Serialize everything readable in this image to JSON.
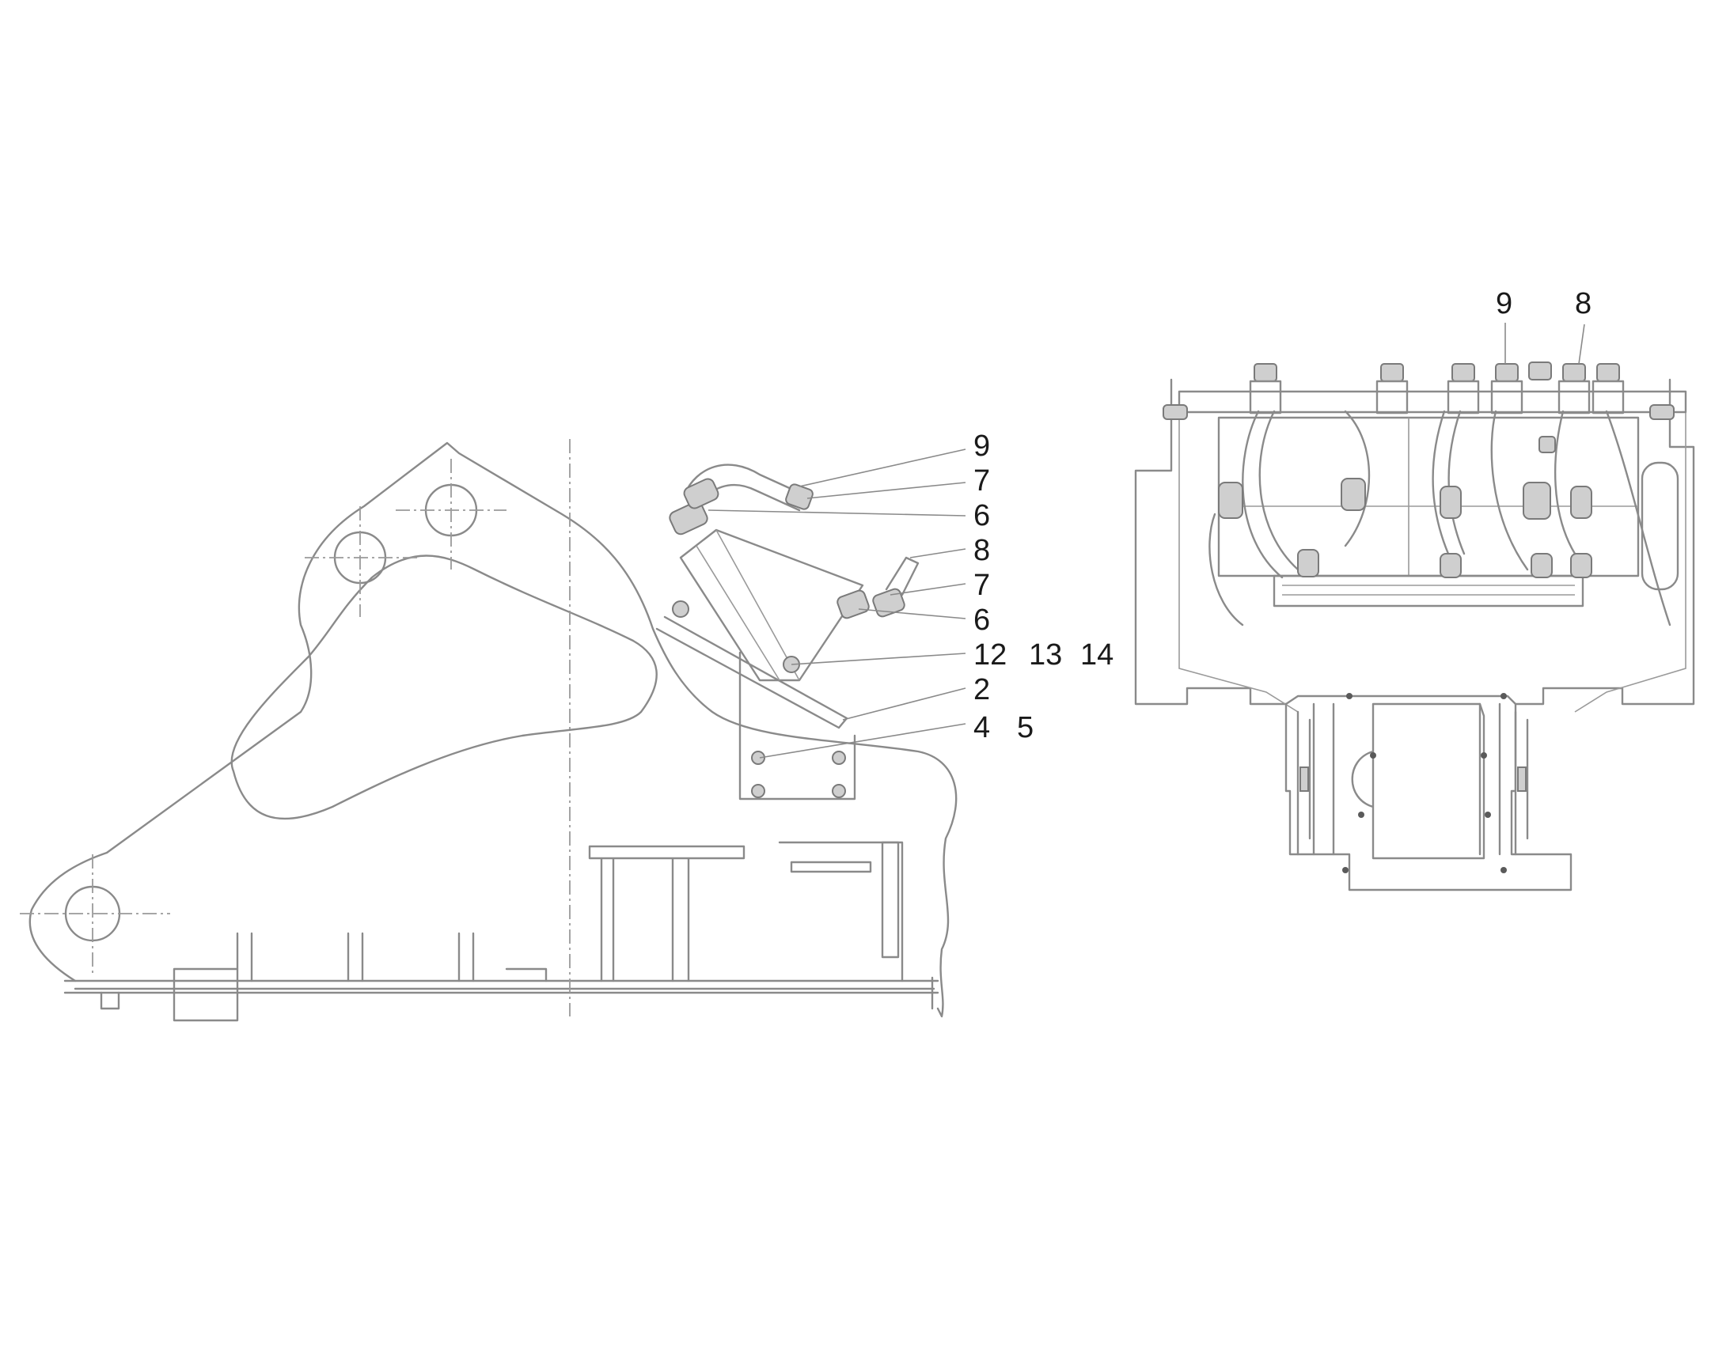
{
  "side_view": {
    "callouts": [
      {
        "id": "cal-9-side",
        "text": "9"
      },
      {
        "id": "cal-7a-side",
        "text": "7"
      },
      {
        "id": "cal-6a-side",
        "text": "6"
      },
      {
        "id": "cal-8-side",
        "text": "8"
      },
      {
        "id": "cal-7b-side",
        "text": "7"
      },
      {
        "id": "cal-6b-side",
        "text": "6"
      },
      {
        "id": "cal-12-side",
        "text": "12"
      },
      {
        "id": "cal-13-side",
        "text": "13"
      },
      {
        "id": "cal-14-side",
        "text": "14"
      },
      {
        "id": "cal-2-side",
        "text": "2"
      },
      {
        "id": "cal-4-side",
        "text": "4"
      },
      {
        "id": "cal-5-side",
        "text": "5"
      }
    ]
  },
  "front_view": {
    "callouts": [
      {
        "id": "cal-9-front",
        "text": "9"
      },
      {
        "id": "cal-8-front",
        "text": "8"
      }
    ]
  }
}
